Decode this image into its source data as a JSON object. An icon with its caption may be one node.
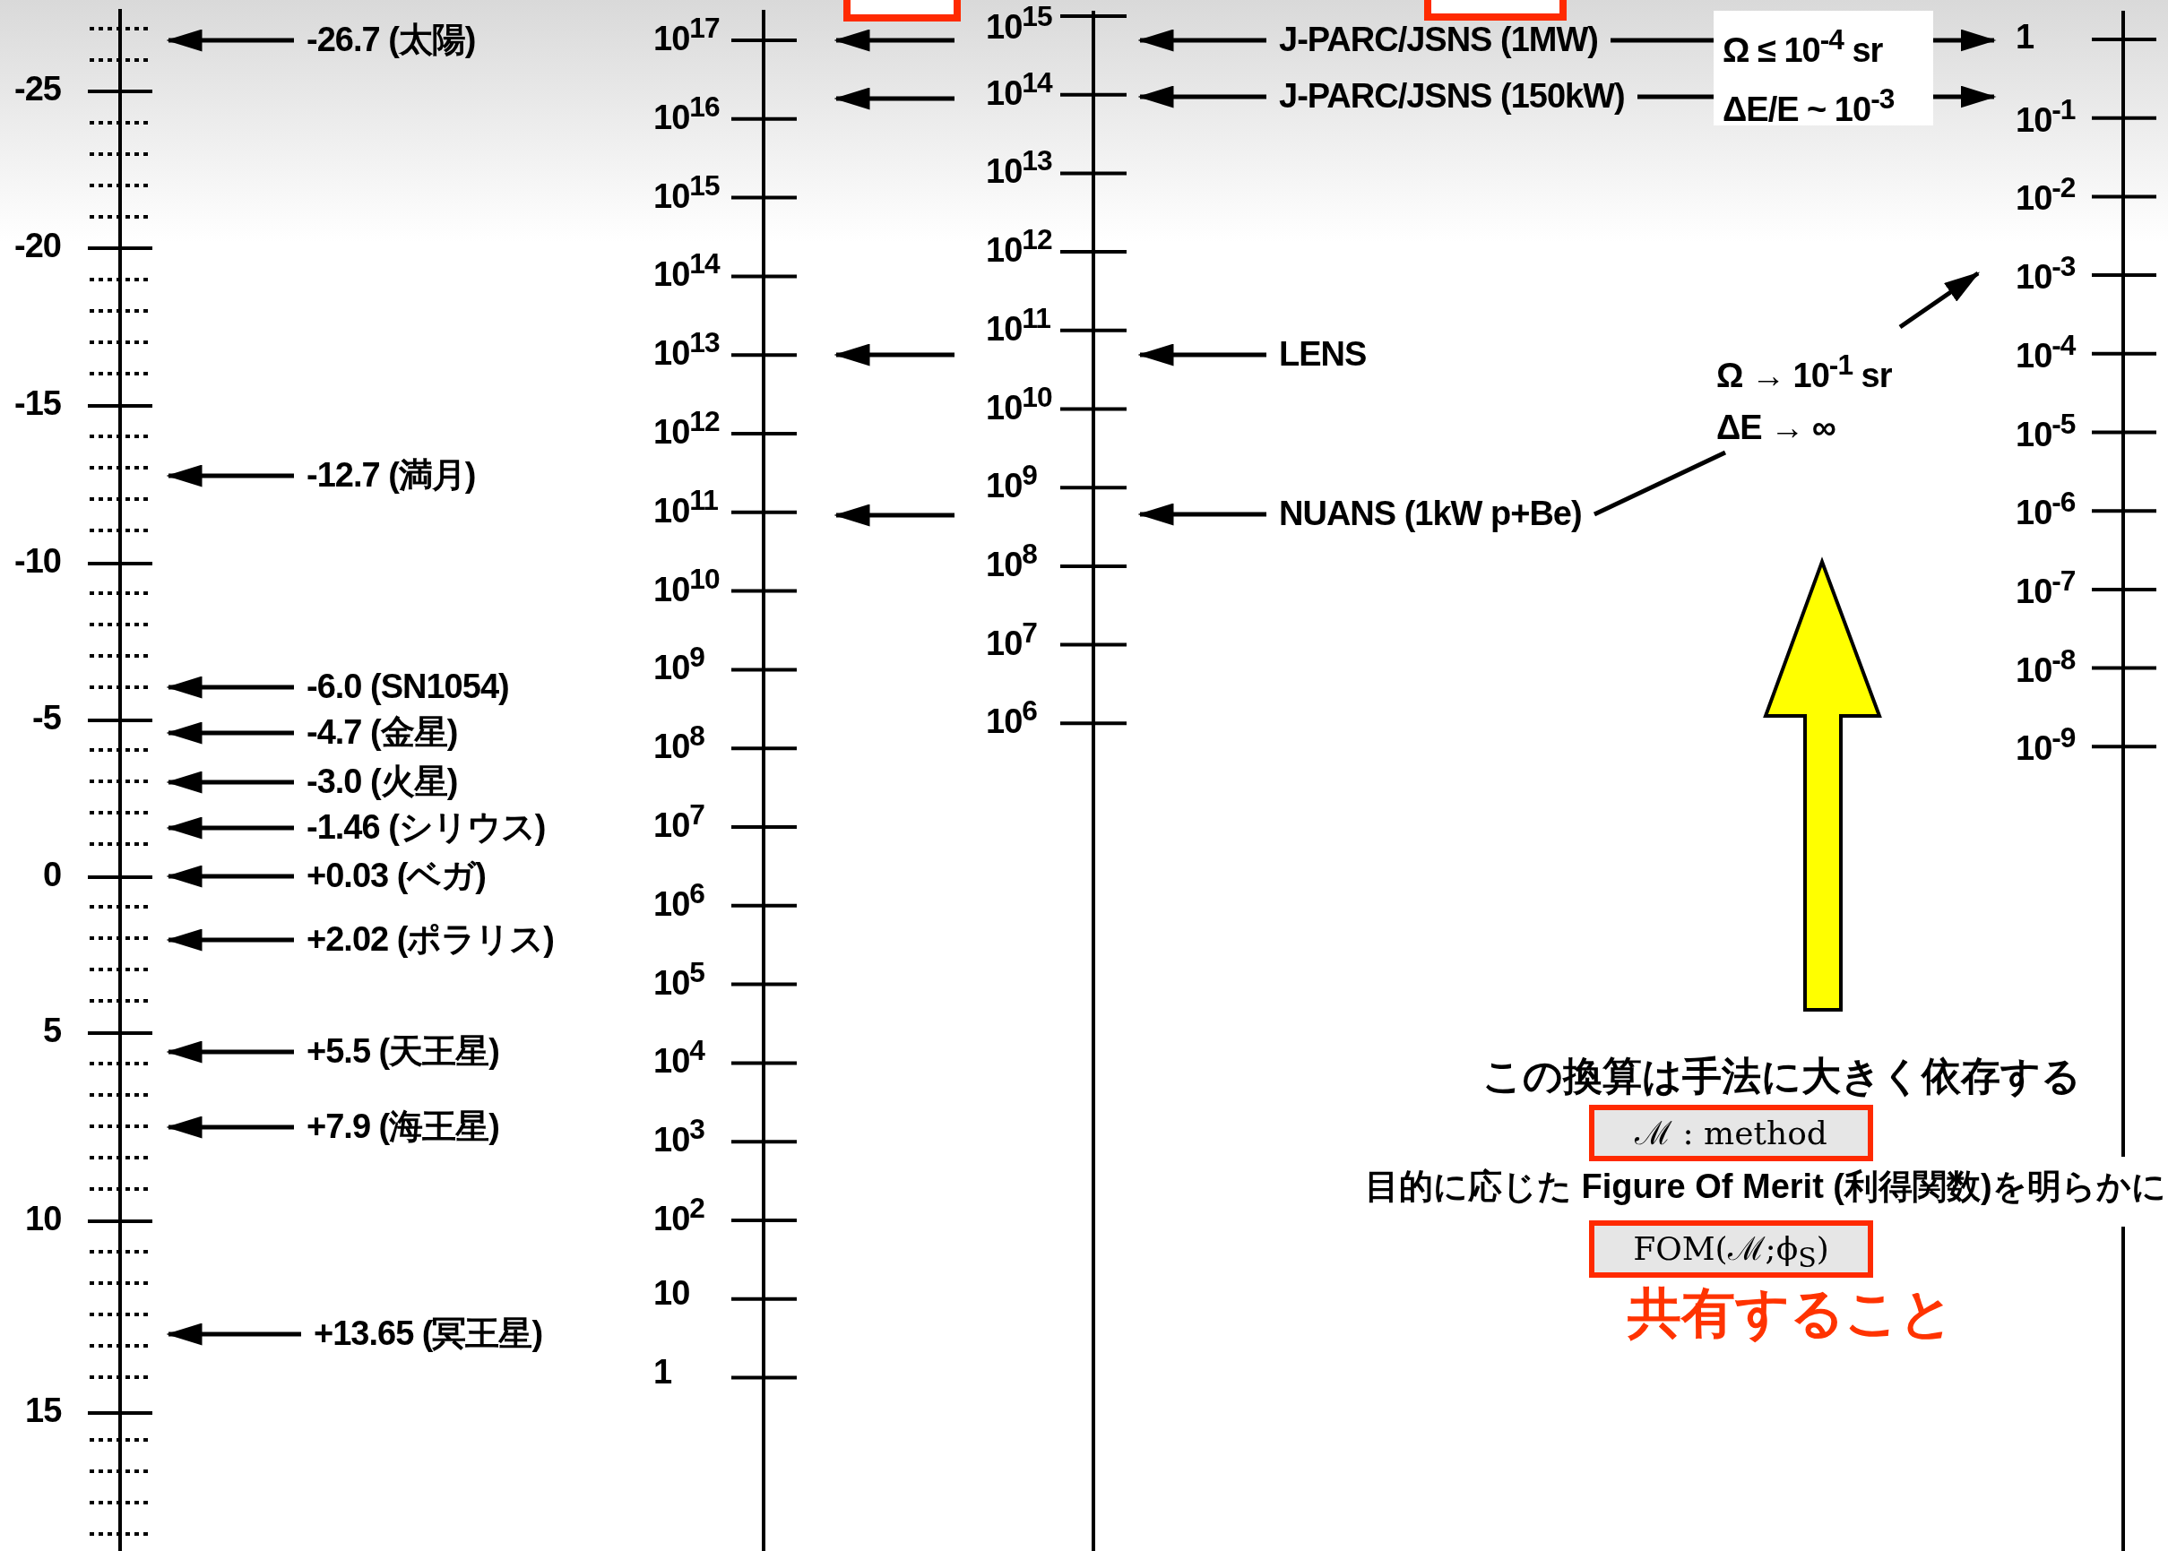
{
  "diagram": {
    "nodes": [
      {
        "text": [
          "-26.7 (太陽)"
        ]
      },
      {
        "text": [
          "-12.7 (満月)"
        ]
      },
      {
        "text": [
          "-6.0 (SN1054)"
        ]
      },
      {
        "text": [
          "-4.7 (金星)"
        ]
      },
      {
        "text": [
          "-3.0 (火星)"
        ]
      },
      {
        "text": [
          "-1.46 (シリウス)"
        ]
      },
      {
        "text": [
          "+0.03 (ベガ)"
        ]
      },
      {
        "text": [
          "+2.02 (ポラリス)"
        ]
      },
      {
        "text": [
          "+5.5 (天王星)"
        ]
      },
      {
        "text": [
          "+7.9 (海王星)"
        ]
      },
      {
        "text": [
          "+13.65 (冥王星)"
        ]
      },
      {
        "text": [
          "J-PARC/JSNS (1MW)"
        ]
      },
      {
        "text": [
          "J-PARC/JSNS (150kW)"
        ]
      },
      {
        "text": [
          "LENS"
        ]
      },
      {
        "text": [
          "NUANS (1kW p+Be)"
        ]
      },
      {
        "text": [
          "ℳ : method"
        ]
      },
      {
        "text": [
          "FOM(ℳ;ϕ$_{S}$)"
        ]
      },
      {
        "text": [
          "1"
        ]
      },
      {
        "text": [
          "10$^{-1}$"
        ]
      },
      {
        "text": [
          "10$^{-3}$"
        ]
      },
      {
        "text": [],
        "shape": "bar"
      },
      {
        "text": [],
        "shape": "bar"
      },
      {
        "text": [],
        "shape": "box"
      },
      {
        "text": [],
        "shape": "box"
      }
    ],
    "edges": [
      {
        "from": 0,
        "to": 20,
        "arrow": "to"
      },
      {
        "from": 1,
        "to": 20,
        "arrow": "to"
      },
      {
        "from": 2,
        "to": 20,
        "arrow": "to"
      },
      {
        "from": 3,
        "to": 20,
        "arrow": "to"
      },
      {
        "from": 4,
        "to": 20,
        "arrow": "to"
      },
      {
        "from": 5,
        "to": 20,
        "arrow": "to"
      },
      {
        "from": 6,
        "to": 20,
        "arrow": "to"
      },
      {
        "from": 7,
        "to": 20,
        "arrow": "to"
      },
      {
        "from": 8,
        "to": 20,
        "arrow": "to"
      },
      {
        "from": 9,
        "to": 20,
        "arrow": "to"
      },
      {
        "from": 10,
        "to": 20,
        "arrow": "to"
      },
      {
        "from": 11,
        "to": 21,
        "arrow": "to"
      },
      {
        "from": 12,
        "to": 21,
        "arrow": "to"
      },
      {
        "from": 13,
        "to": 21,
        "arrow": "to"
      },
      {
        "from": 14,
        "to": 21,
        "arrow": "to"
      },
      {
        "from": 11,
        "to": 17,
        "arrow": "to",
        "label": "Ω ≤ 10$^{-4}$ sr"
      },
      {
        "from": 12,
        "to": 18,
        "arrow": "to",
        "label": "ΔE/E ~ 10$^{-3}$"
      },
      {
        "from": 14,
        "to": 19,
        "arrow": "to",
        "label": "Ω → 10$^{-1}$ sr ΔE → ∞"
      }
    ],
    "labels": [
      "-25",
      "-20",
      "-15",
      "-10",
      "-5",
      "0",
      "5",
      "10",
      "15",
      "10$^{17}$",
      "10$^{16}$",
      "10$^{15}$",
      "10$^{14}$",
      "10$^{13}$",
      "10$^{12}$",
      "10$^{11}$",
      "10$^{10}$",
      "10$^{9}$",
      "10$^{8}$",
      "10$^{7}$",
      "10$^{6}$",
      "10$^{5}$",
      "10$^{4}$",
      "10$^{3}$",
      "10$^{2}$",
      "10",
      "1",
      "10$^{15}$",
      "10$^{14}$",
      "10$^{13}$",
      "10$^{12}$",
      "10$^{11}$",
      "10$^{10}$",
      "10$^{9}$",
      "10$^{8}$",
      "10$^{7}$",
      "10$^{6}$",
      "10$^{-2}$",
      "10$^{-4}$",
      "10$^{-5}$",
      "10$^{-6}$",
      "10$^{-7}$",
      "10$^{-8}$",
      "10$^{-9}$",
      "この換算は手法に大きく依存する",
      "目的に応じた Figure Of Merit (利得関数)を明らかに",
      "共有すること"
    ]
  }
}
